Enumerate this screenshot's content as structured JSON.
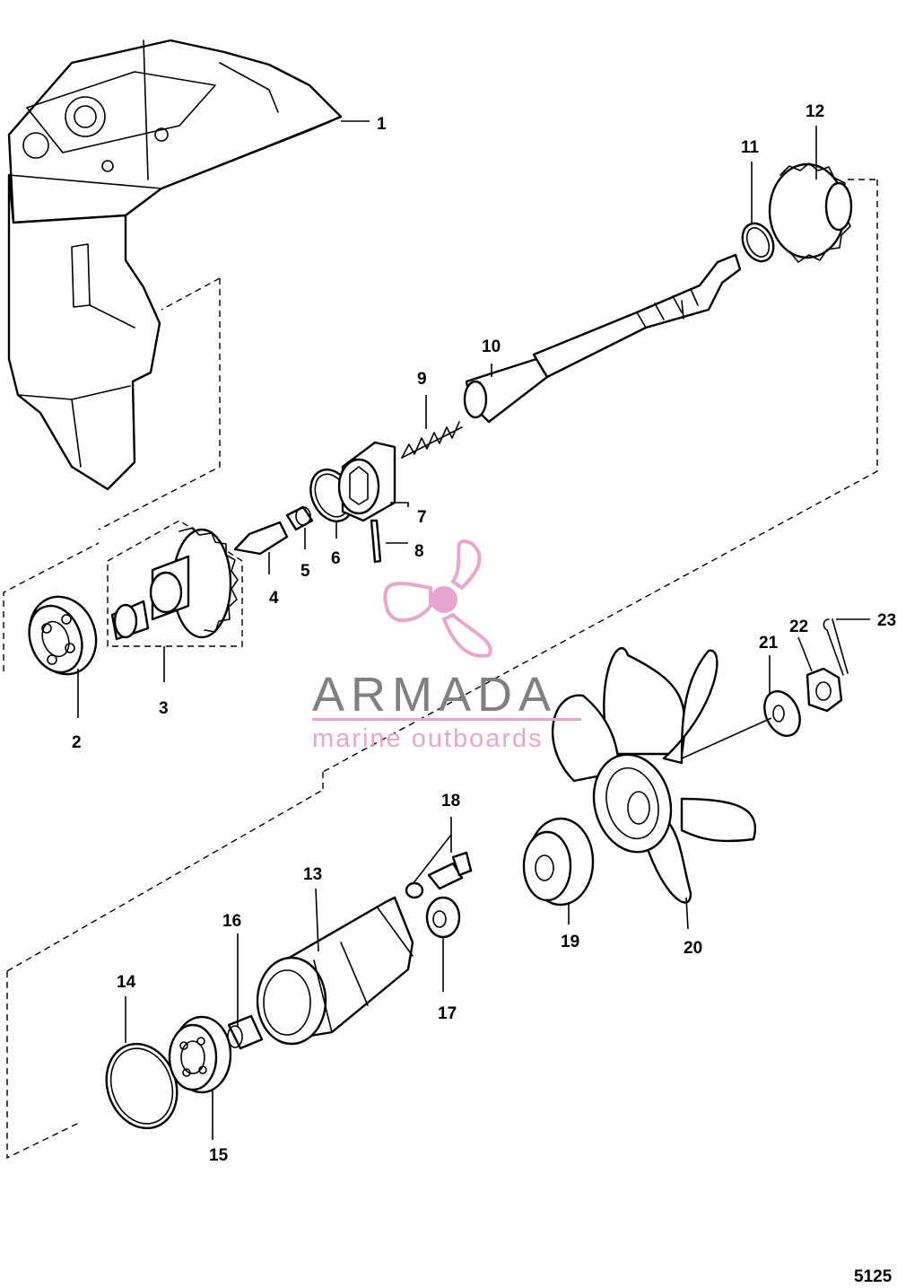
{
  "callouts": [
    "1",
    "2",
    "3",
    "4",
    "5",
    "6",
    "7",
    "8",
    "9",
    "10",
    "11",
    "12",
    "13",
    "14",
    "15",
    "16",
    "17",
    "18",
    "19",
    "20",
    "21",
    "22",
    "23"
  ],
  "figure_number": "5125",
  "watermark": {
    "name": "ARMADA",
    "tagline": "marine outboards",
    "logo_icon": "propeller-logo-icon",
    "name_color": "#808080",
    "accent_color": "#e7a6cf"
  }
}
